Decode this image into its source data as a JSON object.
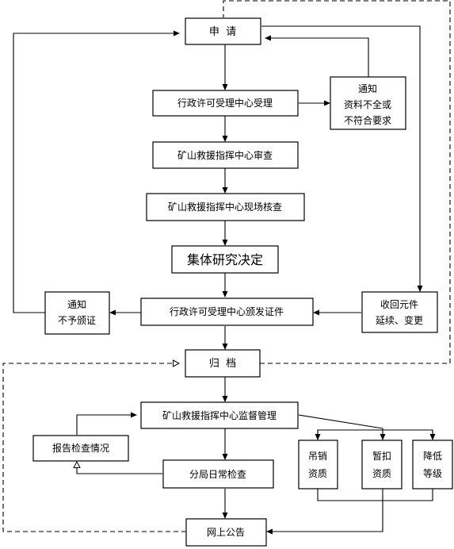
{
  "nodes": {
    "apply": "申  请",
    "admin_accept": "行政许可受理中心受理",
    "notice_incomplete_1": "通知",
    "notice_incomplete_2": "资料不全或",
    "notice_incomplete_3": "不符合要求",
    "rescue_review": "矿山救援指挥中心审查",
    "site_check": "矿山救援指挥中心现场核查",
    "group_decision": "集体研究决定",
    "notice_refuse_1": "通知",
    "notice_refuse_2": "不予颁证",
    "issue_cert": "行政许可受理中心颁发证件",
    "recall_1": "收回元件",
    "recall_2": "延续、变更",
    "archive": "归  档",
    "supervise": "矿山救援指挥中心监督管理",
    "report": "报告检查情况",
    "daily_check": "分局日常检查",
    "revoke_1": "吊销",
    "revoke_2": "资质",
    "suspend_1": "暂扣",
    "suspend_2": "资质",
    "downgrade_1": "降低",
    "downgrade_2": "等级",
    "publish": "网上公告"
  }
}
